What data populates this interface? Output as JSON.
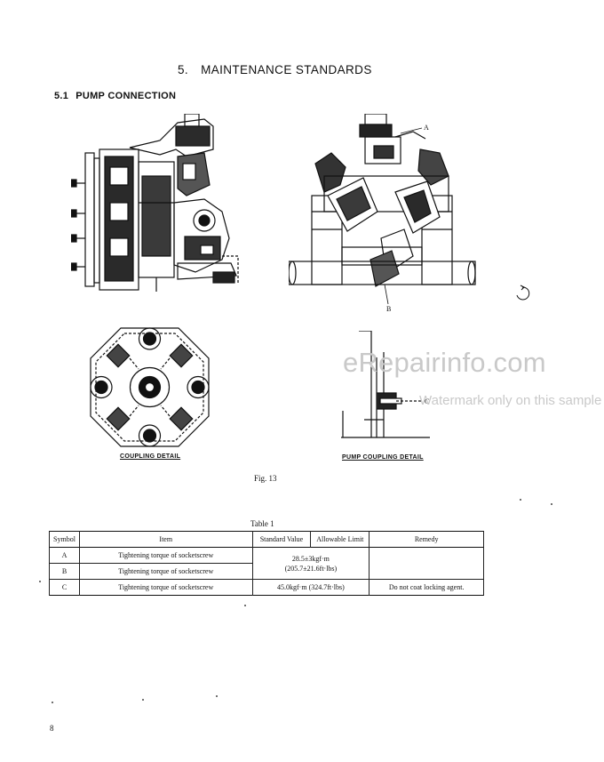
{
  "chapter": {
    "number": "5.",
    "title": "MAINTENANCE STANDARDS"
  },
  "section": {
    "number": "5.1",
    "title": "PUMP CONNECTION"
  },
  "figures": {
    "callout_a": "A",
    "callout_b": "B",
    "callout_c": "C",
    "coupling_caption": "COUPLING DETAIL",
    "pump_coupling_caption": "PUMP COUPLING DETAIL",
    "fig_label": "Fig. 13"
  },
  "watermark": {
    "main": "eRepairinfo.com",
    "sub": "Watermark only on this sample"
  },
  "table": {
    "caption": "Table 1",
    "headers": {
      "symbol": "Symbol",
      "item": "Item",
      "standard_value": "Standard Value",
      "allowable_limit": "Allowable Limit",
      "remedy": "Remedy"
    },
    "rows": [
      {
        "symbol": "A",
        "item": "Tightening torque of socketscrew"
      },
      {
        "symbol": "B",
        "item": "Tightening torque of socketscrew"
      },
      {
        "symbol": "C",
        "item": "Tightening torque of socketscrew",
        "value": "45.0kgf·m (324.7ft·lbs)",
        "remedy": "Do not coat locking agent."
      }
    ],
    "ab_value_line1": "28.5±3kgf·m",
    "ab_value_line2": "(205.7±21.6ft·lbs)"
  },
  "page_number": "8"
}
